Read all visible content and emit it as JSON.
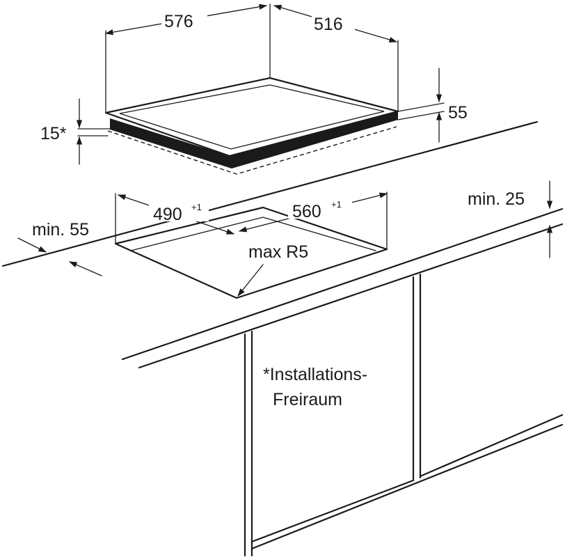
{
  "hob": {
    "width": "576",
    "depth": "516",
    "height": "55",
    "clearance": "15*"
  },
  "cutout": {
    "width": {
      "value": "490",
      "tolerance": "+1"
    },
    "depth": {
      "value": "560",
      "tolerance": "+1"
    },
    "radius": "max R5"
  },
  "margins": {
    "front": "min. 55",
    "rear": "min. 25"
  },
  "footnote": {
    "line1": "*Installations-",
    "line2": "Freiraum"
  },
  "colors": {
    "ink": "#1a1a1a",
    "background": "#ffffff"
  }
}
